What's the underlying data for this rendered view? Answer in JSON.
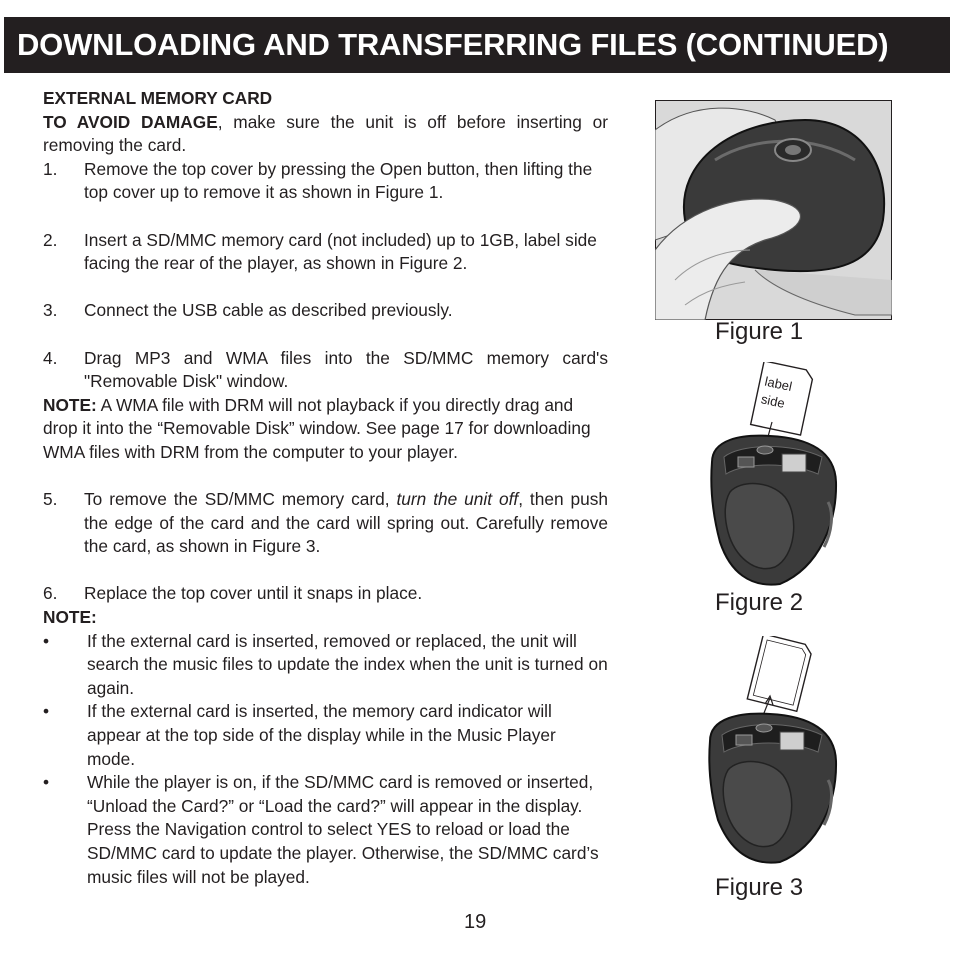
{
  "header": {
    "title": "DOWNLOADING AND TRANSFERRING FILES (CONTINUED)"
  },
  "section": {
    "heading": "EXTERNAL MEMORY CARD",
    "intro_bold": "TO AVOID DAMAGE",
    "intro_rest": ", make sure the unit is off before inserting or removing the card."
  },
  "steps": [
    {
      "num": "1.",
      "text": "Remove the top cover by pressing the Open button, then lifting the top cover up to remove it as shown in Figure 1."
    },
    {
      "num": "2.",
      "text": "Insert a SD/MMC memory card (not included) up to 1GB, label side facing the rear of the player, as shown in  Figure 2."
    },
    {
      "num": "3.",
      "text": "Connect the USB cable as described previously."
    },
    {
      "num": "4.",
      "text": "Drag MP3 and WMA files into the SD/MMC memory card's \"Removable Disk\" window."
    }
  ],
  "note1": {
    "label": "NOTE:",
    "text": " A WMA file with DRM will not playback if you directly drag and drop it into the “Removable Disk” window. See page 17 for downloading WMA files with DRM from the computer to your player."
  },
  "step5": {
    "num": "5.",
    "before": "To remove the SD/MMC memory card, ",
    "italic": "turn the unit off",
    "after": ", then push the edge of the card and the card will spring out. Carefully remove the card, as shown in Figure 3."
  },
  "step6": {
    "num": "6.",
    "text": "Replace the top cover until it snaps in place."
  },
  "note2": {
    "label": "NOTE:",
    "bullet_char": "•",
    "bullets": [
      "If the external card is inserted, removed or replaced, the unit will search the music files to update the index when the unit is turned on again.",
      "If the external card is inserted, the memory card indicator will appear at the top side of the display while in the Music Player mode.",
      "While the player is on, if the SD/MMC card is removed or inserted, “Unload the Card?” or “Load the card?” will appear in the display. Press the Navigation control to select YES to reload or load the SD/MMC card to update the player. Otherwise, the SD/MMC card’s music files will not be played."
    ]
  },
  "figures": {
    "fig1_caption": "Figure 1",
    "fig2_caption": "Figure 2",
    "fig3_caption": "Figure 3",
    "card_label_line1": "label",
    "card_label_line2": "side"
  },
  "page_number": "19"
}
